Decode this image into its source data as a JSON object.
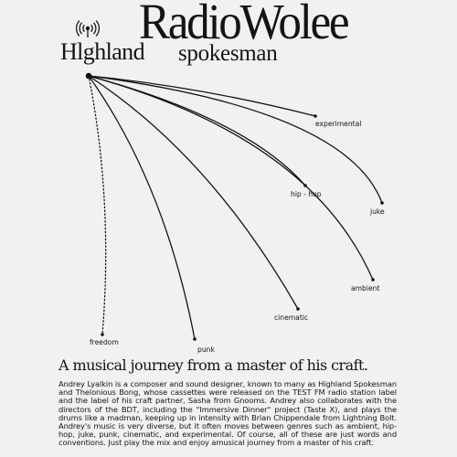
{
  "header": {
    "title": "RadioWolee",
    "subtitle_left": "Hlghland",
    "subtitle_right": "spokesman"
  },
  "icon": {
    "name": "radio-broadcast-icon"
  },
  "genres": [
    "experimental",
    "hip - hop",
    "juke",
    "ambient",
    "cinematic",
    "punk",
    "freedom"
  ],
  "headline": "A musical journey from a master of his craft.",
  "bio": "Andrey Lyalkin is a composer and sound designer, known to many as Highland Spokesman and Thelonious Bong, whose cassettes were released on the TEST FM radio station label and the label of his craft partner, Sasha from Gnooms. Andrey also collaborates with the directors of the BDT, including the \"Immersive Dinner\" project (Taste X), and plays the drums like a madman, keeping up in intensity with Brian Chippendale from Lightning Bolt. Andrey's music is very diverse, but it often moves between genres such as ambient, hip-hop, juke, punk, cinematic, and experimental. Of course, all of these are just words and conventions. Just play the mix and enjoy amusical journey from a master of his craft.",
  "colors": {
    "background": "#f1f1f1",
    "ink": "#141414"
  }
}
